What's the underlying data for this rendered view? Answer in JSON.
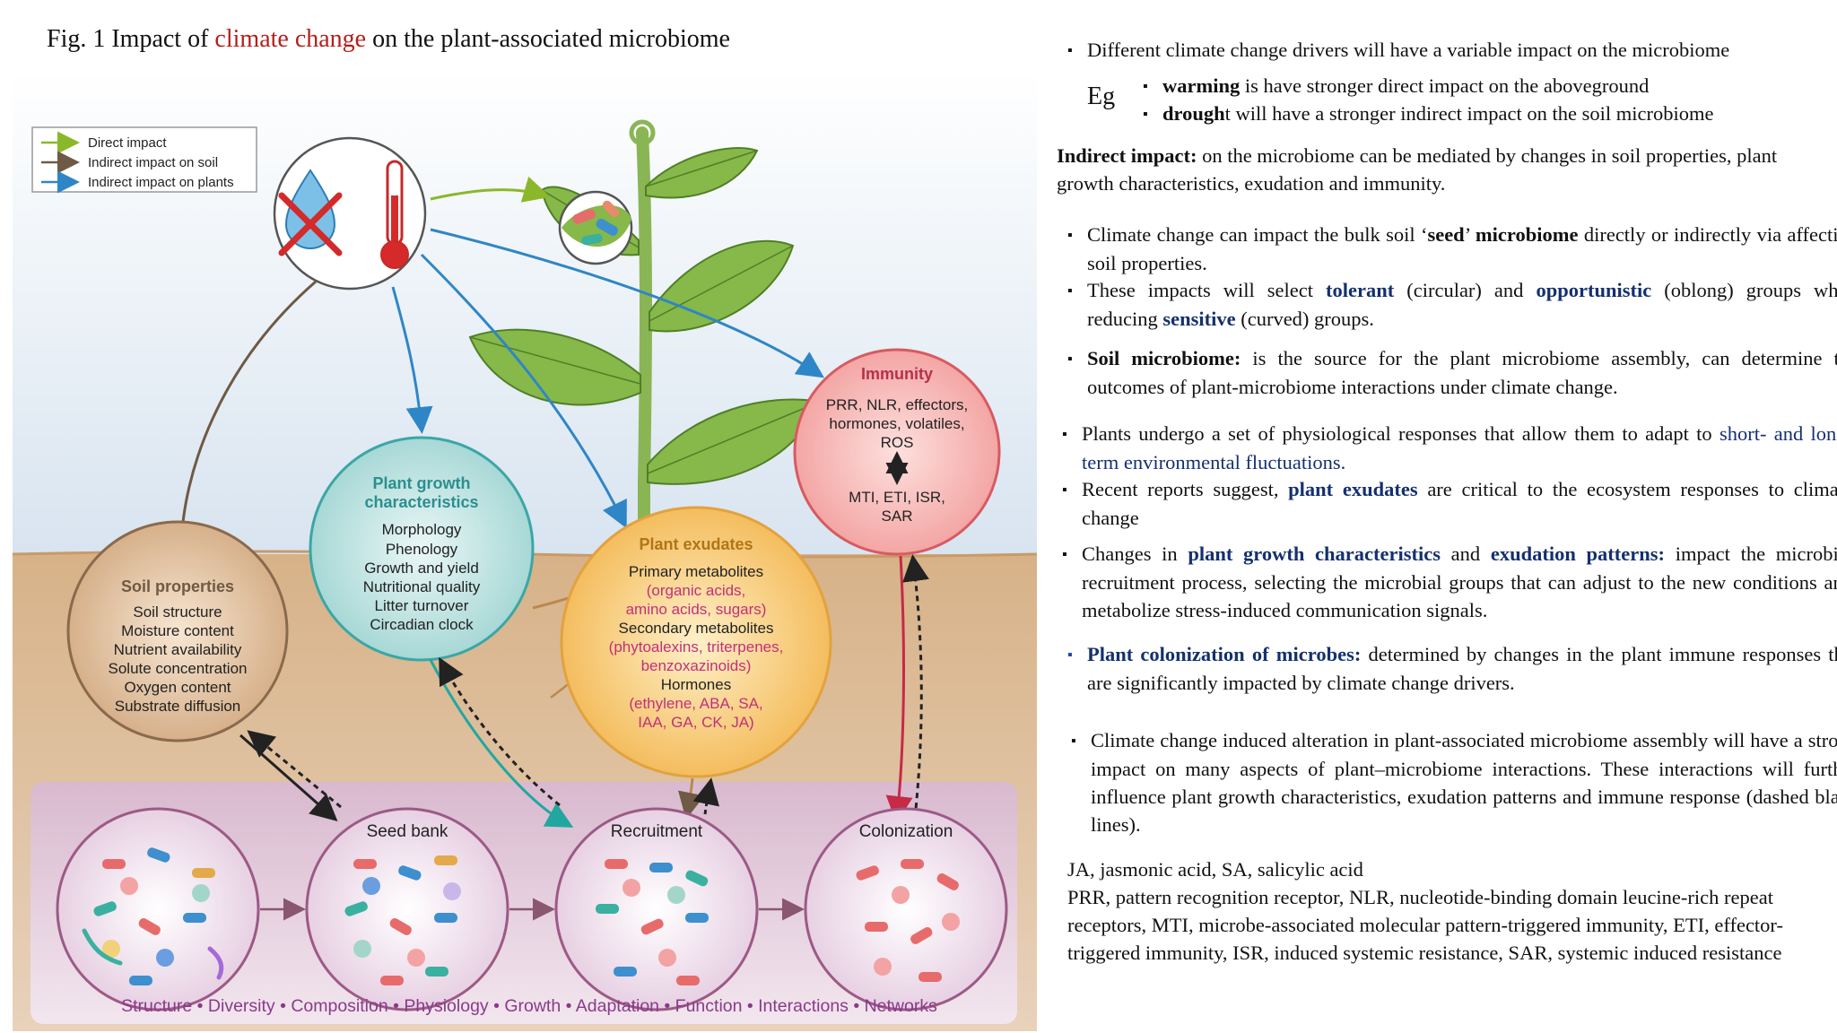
{
  "figure": {
    "title_prefix": "Fig. 1 Impact of ",
    "title_highlight": "climate change",
    "title_suffix": " on the plant-associated microbiome"
  },
  "legend": {
    "direct": "Direct impact",
    "indirect_soil": "Indirect impact on soil",
    "indirect_plants": "Indirect impact on plants"
  },
  "immunity": {
    "title": "Immunity",
    "line1": "PRR, NLR, effectors,",
    "line2": "hormones, volatiles,",
    "line3": "ROS",
    "line4": "MTI, ETI, ISR,",
    "line5": "SAR"
  },
  "plant_growth": {
    "title1": "Plant growth",
    "title2": "characteristics",
    "items": [
      "Morphology",
      "Phenology",
      "Growth and yield",
      "Nutritional quality",
      "Litter turnover",
      "Circadian clock"
    ]
  },
  "exudates": {
    "title": "Plant exudates",
    "primary": "Primary metabolites",
    "primary_sub1": "(organic acids,",
    "primary_sub2": "amino acids, sugars)",
    "secondary": "Secondary metabolites",
    "secondary_sub1": "(phytoalexins, triterpenes,",
    "secondary_sub2": "benzoxazinoids)",
    "hormones": "Hormones",
    "hormones_sub1": "(ethylene, ABA, SA,",
    "hormones_sub2": "IAA, GA, CK, JA)"
  },
  "soil_properties": {
    "title": "Soil properties",
    "items": [
      "Soil structure",
      "Moisture content",
      "Nutrient availability",
      "Solute concentration",
      "Oxygen content",
      "Substrate diffusion"
    ]
  },
  "microbe_labels": {
    "seed_bank": "Seed bank",
    "recruitment": "Recruitment",
    "colonization": "Colonization"
  },
  "bottom_bar": "Structure • Diversity • Composition • Physiology • Growth • Adaptation • Function • Interactions • Networks",
  "colors": {
    "direct": "#8ab82a",
    "soil": "#6e5a45",
    "plants": "#2f86c6",
    "title_red": "#b3201c",
    "text_blue": "#14306e"
  },
  "notes": {
    "b1": "Different climate change drivers will have a variable impact on the microbiome",
    "eg": "Eg",
    "s1_bold": "warming",
    "s1_rest": " is have stronger direct impact on the aboveground",
    "s2_bold": "drough",
    "s2_rest": "t will have a stronger indirect impact on the soil microbiome",
    "ind_bold": "Indirect impact:",
    "ind_rest": " on the microbiome can be mediated by changes in soil properties, plant growth characteristics,  exudation  and immunity.",
    "b2_a": "Climate  change  can  impact  the  bulk  soil  ‘",
    "b2_seed": "seed",
    "b2_b": "’  ",
    "b2_micro": "microbiome",
    "b2_c": "  directly  or indirectly via affecting soil properties.",
    "b3_a": "These  impacts  will  select  ",
    "b3_tol": "tolerant",
    "b3_b": "  (circular)  and  ",
    "b3_opp": "opportunistic",
    "b3_c": "  (oblong) groups while reducing ",
    "b3_sens": "sensitive",
    "b3_d": " (curved) groups.",
    "b4_bold": "Soil  microbiome:",
    "b4_rest": "  is  the  source  for  the  plant  microbiome  assembly,  can determine the outcomes of plant-microbiome interactions under climate change.",
    "b5_a": "Plants  undergo  a  set  of  physiological  responses  that  allow  them  to  adapt  to ",
    "b5_blue": "short- and long-term environmental fluctuations.",
    "b6_a": "Recent reports suggest, ",
    "b6_bold": "plant exudates",
    "b6_b": " are critical to the ecosystem responses to climate change",
    "b7_a": "Changes  in  ",
    "b7_b1": "plant growth characteristics",
    "b7_b": "  and  ",
    "b7_b2": "exudation patterns:",
    "b7_c": "  impact  the microbial recruitment process, selecting the microbial groups that can adjust to the new conditions and metabolize stress-induced communication signals.",
    "b8_bold": "Plant colonization of microbes:",
    "b8_rest": " determined by changes in the plant immune responses  that are  significantly impacted by climate change drivers.",
    "b9": "Climate  change  induced  alteration  in  plant-associated  microbiome  assembly will  have  a  strong  impact  on  many  aspects  of  plant–microbiome  interactions. These  interactions  will  further  influence  plant  growth  characteristics, exudation patterns and immune response (dashed black lines).",
    "abbr1": "JA, jasmonic acid,        SA, salicylic acid",
    "abbr2": "PRR, pattern recognition receptor, NLR, nucleotide-binding domain leucine-rich repeat receptors, MTI, microbe-associated molecular pattern-triggered immunity, ETI, effector-triggered immunity, ISR, induced systemic resistance, SAR, systemic induced resistance"
  }
}
